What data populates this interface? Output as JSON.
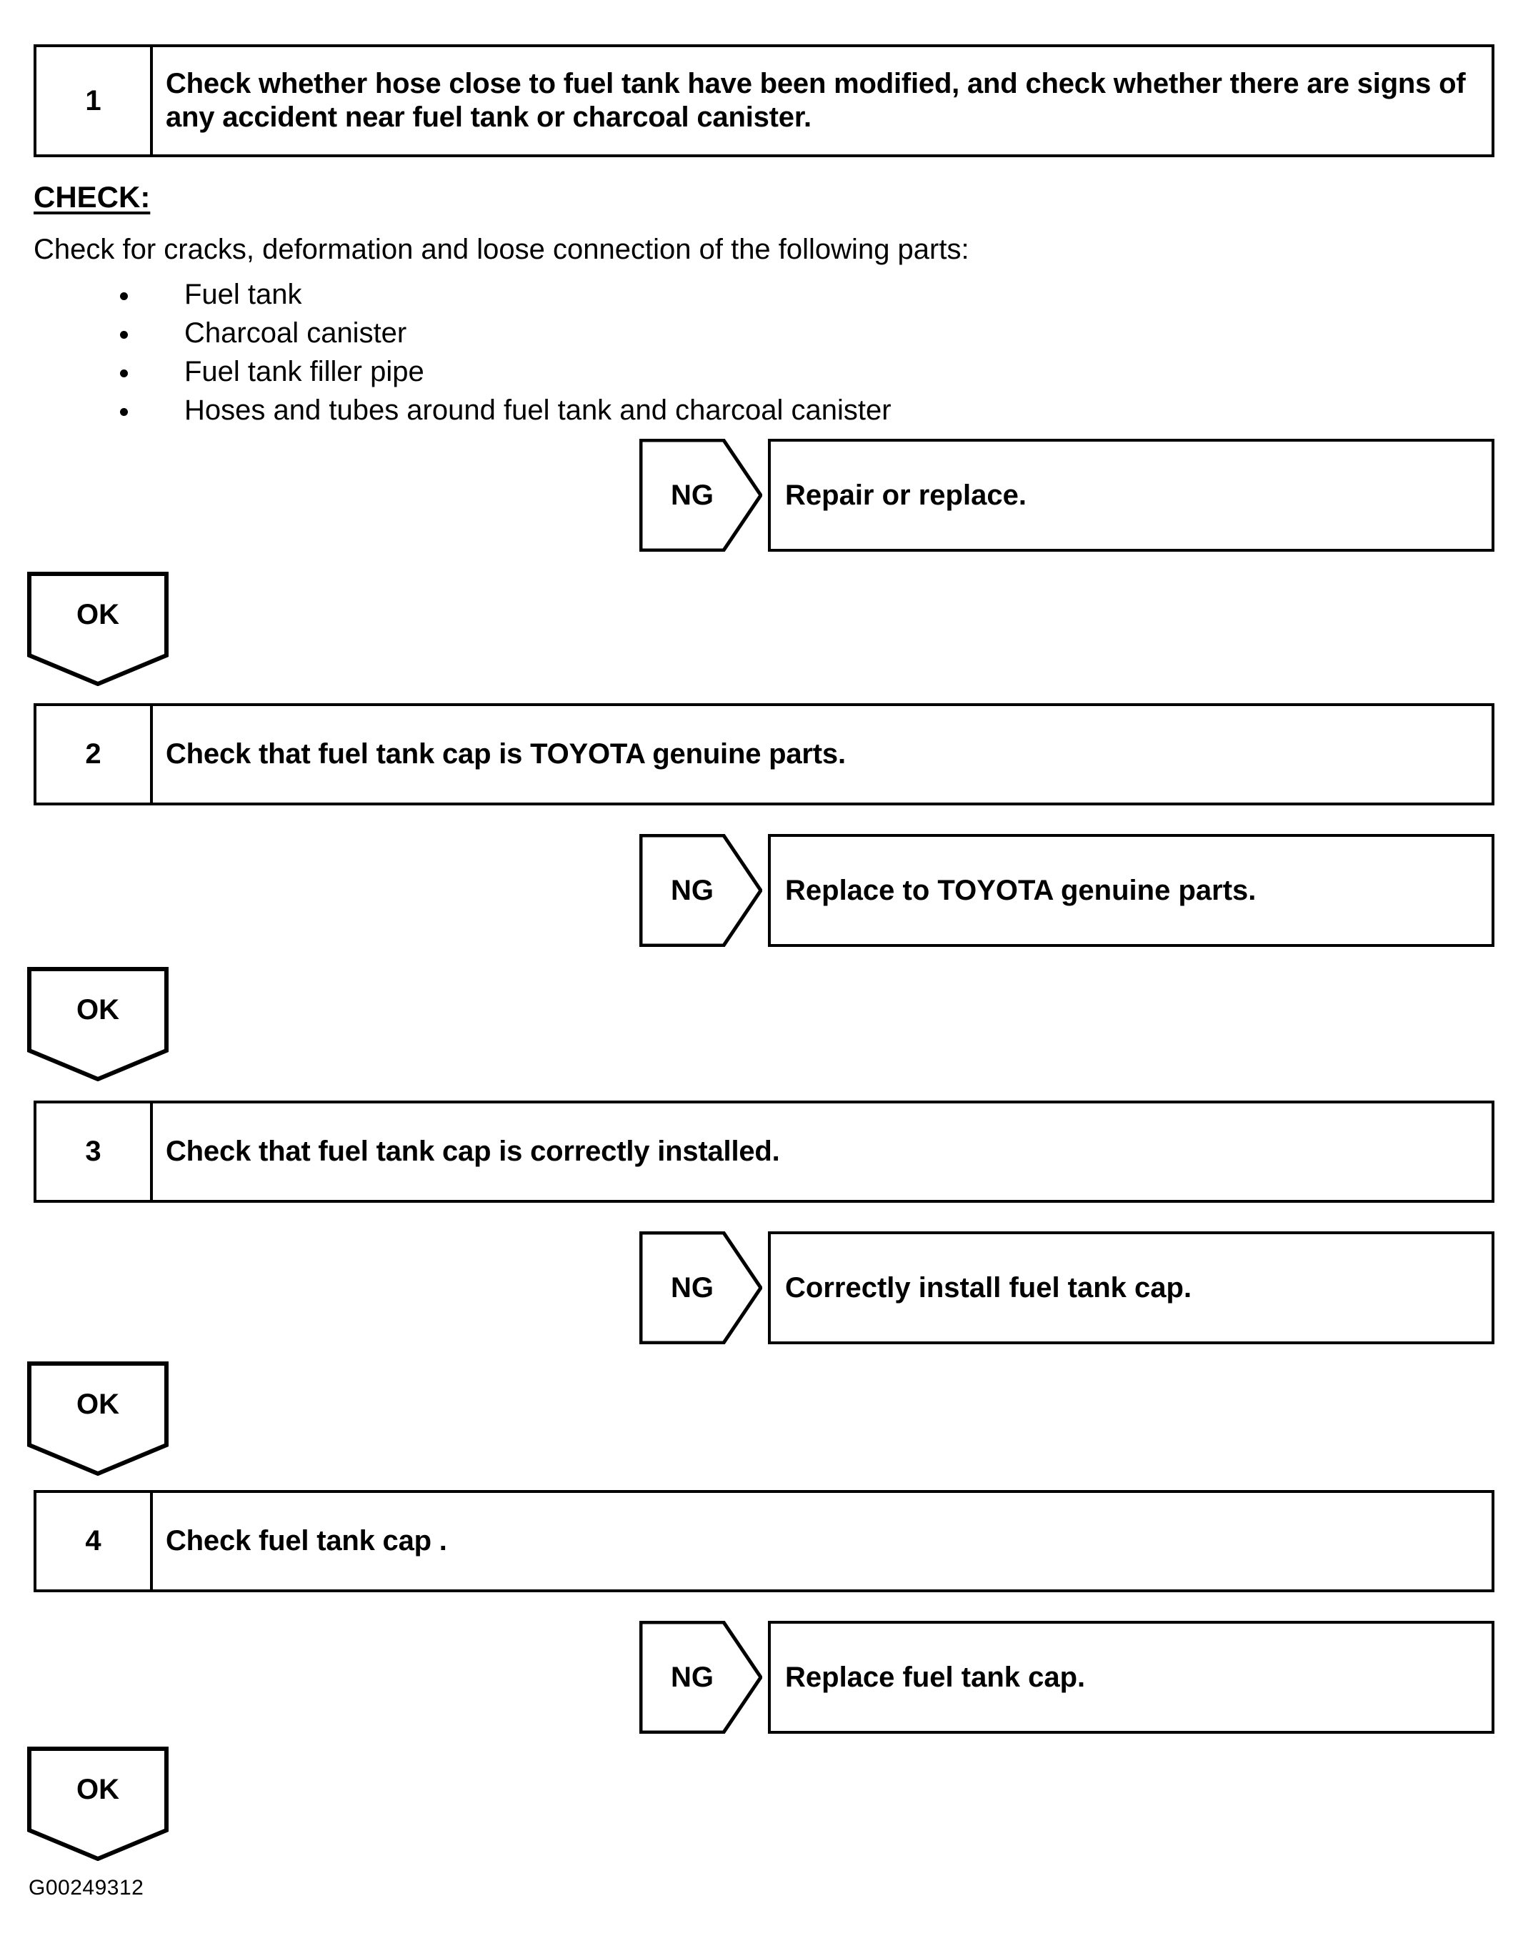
{
  "document": {
    "footer_code": "G00249312"
  },
  "check_block": {
    "heading": "CHECK:",
    "intro": "Check for cracks, deformation and loose connection of the following parts:",
    "items": [
      "Fuel tank",
      "Charcoal canister",
      "Fuel tank filler pipe",
      "Hoses and tubes around fuel tank and charcoal canister"
    ]
  },
  "steps": [
    {
      "number": "1",
      "text": "Check whether hose close to fuel tank have been modified, and check whether there are signs of any accident near fuel tank or charcoal canister.",
      "ng_label": "NG",
      "ng_result": "Repair or replace.",
      "ok_label": "OK"
    },
    {
      "number": "2",
      "text": "Check that fuel tank cap is TOYOTA genuine parts.",
      "ng_label": "NG",
      "ng_result": "Replace to TOYOTA genuine parts.",
      "ok_label": "OK"
    },
    {
      "number": "3",
      "text": "Check that fuel tank cap is correctly installed.",
      "ng_label": "NG",
      "ng_result": "Correctly install fuel tank cap.",
      "ok_label": "OK"
    },
    {
      "number": "4",
      "text": "Check fuel tank cap .",
      "ng_label": "NG",
      "ng_result": "Replace fuel tank cap.",
      "ok_label": "OK"
    }
  ],
  "colors": {
    "ink": "#000000",
    "paper": "#ffffff"
  }
}
